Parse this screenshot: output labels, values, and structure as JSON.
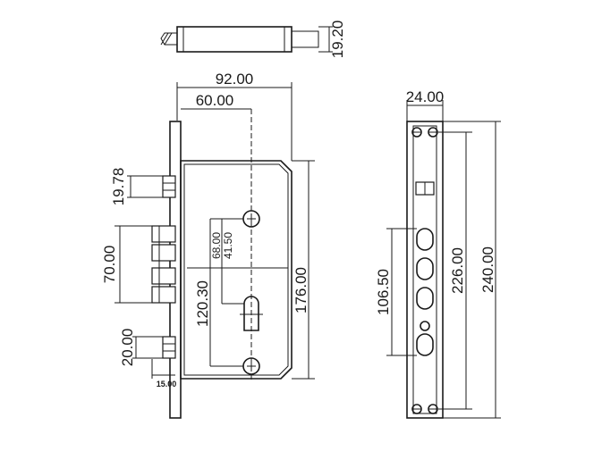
{
  "dimensions": {
    "bolt_height": "19.20",
    "overall_width": "92.00",
    "backset": "60.00",
    "latch_offset": "19.78",
    "deadbolt_span": "70.00",
    "lower_bolt": "20.00",
    "bolt_projection": "15.00",
    "hole_spacing_a": "68.00",
    "hole_spacing_b": "41.50",
    "case_inner_height": "120.30",
    "case_height": "176.00",
    "faceplate_width": "24.00",
    "slot_span": "106.50",
    "screw_span": "226.00",
    "faceplate_height": "240.00"
  }
}
